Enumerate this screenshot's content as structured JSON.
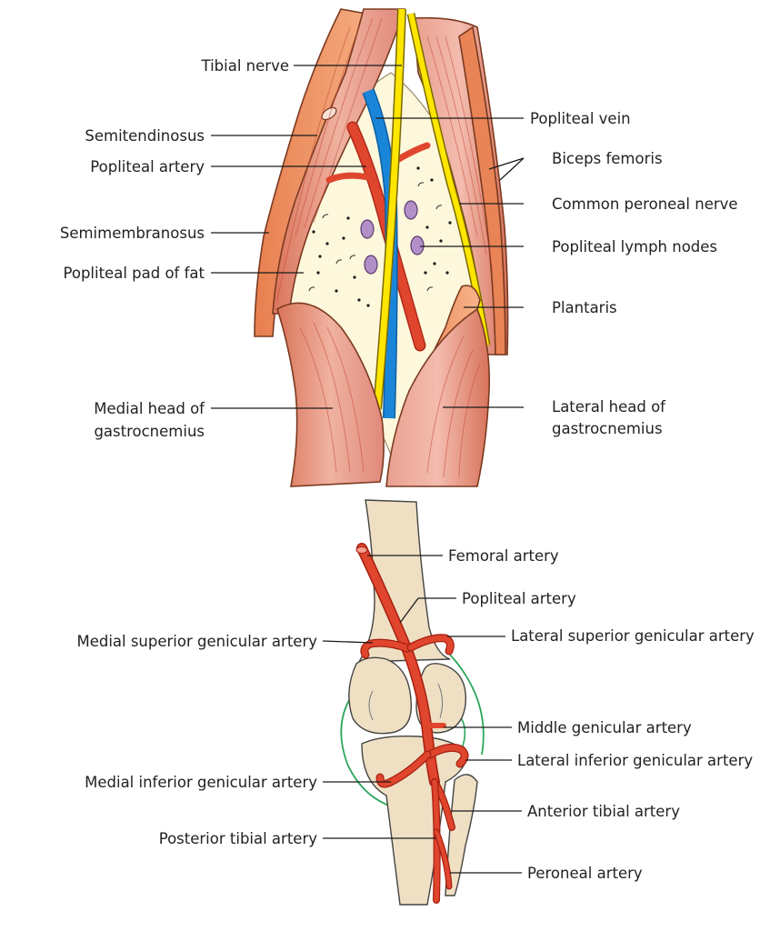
{
  "colors": {
    "muscle": "#e8a08e",
    "muscle_dark": "#d9745a",
    "tendon": "#f0a070",
    "fat": "#fdf7dc",
    "artery": "#e0452d",
    "vein": "#1a86d9",
    "nerve": "#ffe600",
    "lymph": "#b28fc7",
    "bone": "#efe0c4",
    "anastomosis": "#2aa65a"
  },
  "top_panel": {
    "labels": {
      "tibial_nerve": "Tibial nerve",
      "semitendinosus": "Semitendinosus",
      "popliteal_artery": "Popliteal artery",
      "semimembranosus": "Semimembranosus",
      "popliteal_pad_of_fat": "Popliteal pad of fat",
      "medial_head_line1": "Medial head of",
      "medial_head_line2": "gastrocnemius",
      "popliteal_vein": "Popliteal vein",
      "biceps_femoris": "Biceps femoris",
      "common_peroneal_nerve": "Common peroneal nerve",
      "popliteal_lymph_nodes": "Popliteal lymph nodes",
      "plantaris": "Plantaris",
      "lateral_head_line1": "Lateral head of",
      "lateral_head_line2": "gastrocnemius"
    }
  },
  "bottom_panel": {
    "labels": {
      "femoral_artery": "Femoral artery",
      "popliteal_artery": "Popliteal artery",
      "medial_superior_genicular_artery": "Medial superior genicular artery",
      "lateral_superior_genicular_artery": "Lateral superior genicular artery",
      "middle_genicular_artery": "Middle genicular artery",
      "lateral_inferior_genicular_artery": "Lateral inferior genicular artery",
      "medial_inferior_genicular_artery": "Medial inferior genicular artery",
      "anterior_tibial_artery": "Anterior tibial artery",
      "posterior_tibial_artery": "Posterior tibial artery",
      "peroneal_artery": "Peroneal artery"
    }
  }
}
